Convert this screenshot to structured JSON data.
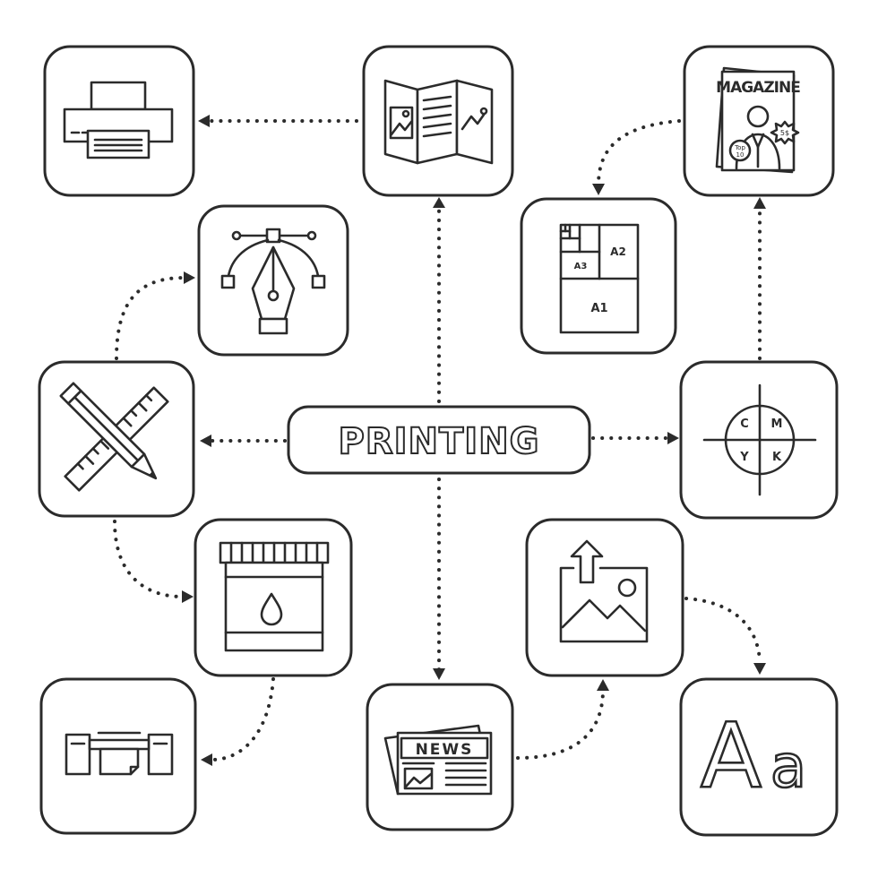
{
  "center": {
    "label": "PRINTING"
  },
  "magazine": {
    "title": "MAGAZINE",
    "badge_top": "Top",
    "badge_num": "10",
    "price": "5$"
  },
  "paper_sizes": {
    "a1": "A1",
    "a2": "A2",
    "a3": "A3"
  },
  "cmyk": {
    "c": "C",
    "m": "M",
    "y": "Y",
    "k": "K"
  },
  "newspaper": {
    "headline": "NEWS"
  },
  "typography": {
    "big": "A",
    "small": "a"
  },
  "icons": [
    "printer-icon",
    "brochure-icon",
    "magazine-icon",
    "vector-pen-icon",
    "paper-sizes-icon",
    "design-tools-icon",
    "cmyk-target-icon",
    "ink-bottle-icon",
    "image-upload-icon",
    "plotter-icon",
    "newspaper-icon",
    "typography-icon"
  ]
}
